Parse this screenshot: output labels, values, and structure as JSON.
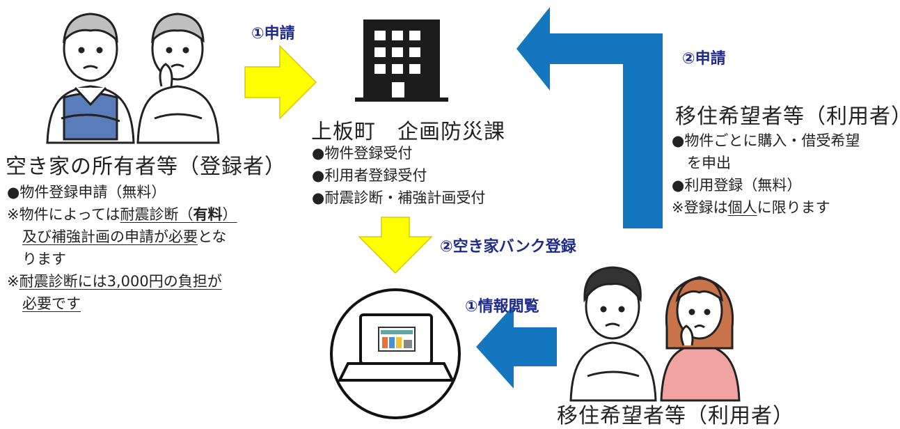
{
  "owners": {
    "title": "空き家の所有者等（登録者）",
    "bullet1": "●物件登録申請（無料）",
    "note1_prefix": "※物件によっては",
    "note1_u1": "耐震診断（",
    "note1_bold": "有料",
    "note1_u1_end": "）",
    "note1_u2": "及び補強計画の申請が必要",
    "note1_u2_suffix": "とな",
    "note1_line3": "ります",
    "note2_prefix": "※",
    "note2_u1": "耐震診断には3,000円の負担が",
    "note2_u2": "必要です"
  },
  "town": {
    "title": "上板町　企画防災課",
    "items": [
      "●物件登録受付",
      "●利用者登録受付",
      "●耐震診断・補強計画受付"
    ]
  },
  "users_top": {
    "title": "移住希望者等（利用者）",
    "item1_line1": "●物件ごとに購入・借受希望",
    "item1_line2": "を申出",
    "item2": "●利用登録（無料）",
    "note_prefix": "※登録は",
    "note_underline": "個人",
    "note_suffix": "に限ります"
  },
  "users_bottom": {
    "title": "移住希望者等（利用者）"
  },
  "steps": {
    "owner_apply": "①申請",
    "user_apply": "②申請",
    "bank_register": "②空き家バンク登録",
    "info_view": "①情報閲覧"
  },
  "colors": {
    "yellow_arrow": "#ffff00",
    "blue_arrow": "#1476bf",
    "step_text": "#1f2a8a",
    "vest": "#5a7cb8",
    "pink_shirt": "#f0a3a0",
    "building": "#1c1c1c"
  },
  "icons": [
    "person-icon",
    "building-icon",
    "laptop-icon"
  ]
}
